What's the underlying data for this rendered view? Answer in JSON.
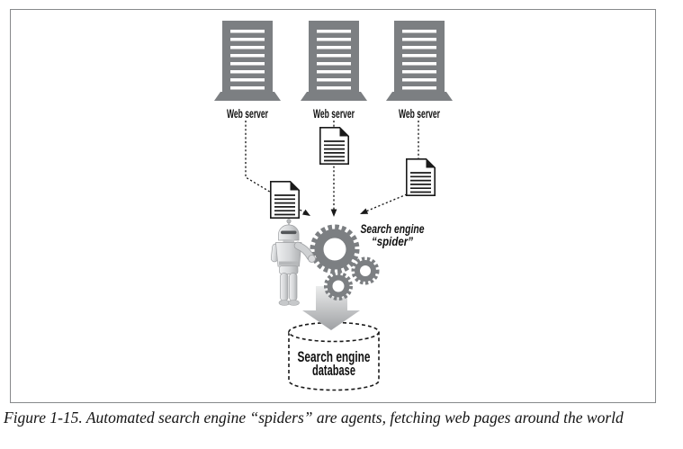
{
  "figure": {
    "caption": "Figure 1-15. Automated search engine “spiders” are agents, fetching web pages around the world"
  },
  "diagram": {
    "servers": [
      {
        "label": "Web server"
      },
      {
        "label": "Web server"
      },
      {
        "label": "Web server"
      }
    ],
    "spider_label": {
      "line1": "Search engine",
      "line2": "“spider”"
    },
    "database_label": {
      "line1": "Search engine",
      "line2": "database"
    },
    "colors": {
      "gray": "#7c7f82",
      "ink": "#1a1a1a",
      "robot_light": "#eceded",
      "robot_dark": "#aeb0b2",
      "arrow_light": "#e9eaeb",
      "arrow_dark": "#9fa1a4",
      "box_border": "#87898b"
    }
  }
}
